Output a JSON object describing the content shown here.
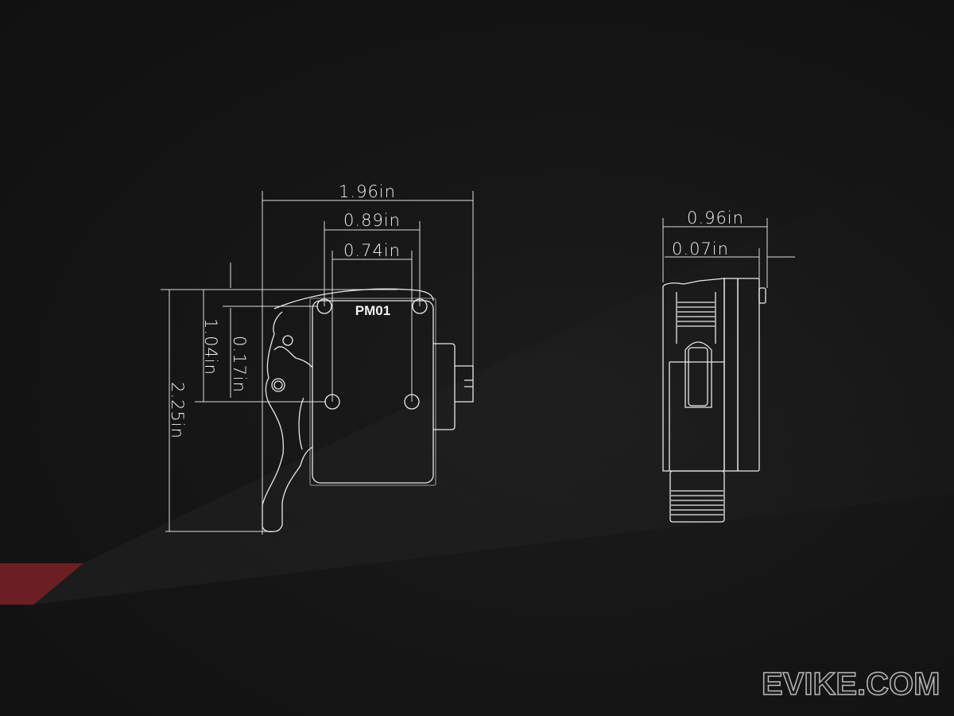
{
  "diagram": {
    "part_label": "PM01",
    "front_view": {
      "overall_width": "1.96in",
      "outer_hole_spacing": "0.89in",
      "inner_hole_spacing": "0.74in",
      "overall_height": "2.25in",
      "hole_vertical_spacing": "1.04in",
      "top_offset": "0.17in"
    },
    "side_view": {
      "overall_depth": "0.96in",
      "tab_protrusion": "0.07in"
    }
  },
  "brand": {
    "logo_text": "EVIKE.COM"
  },
  "colors": {
    "background": "#141414",
    "line": "#e8e8e8",
    "accent_stripe": "#6b1f22"
  }
}
